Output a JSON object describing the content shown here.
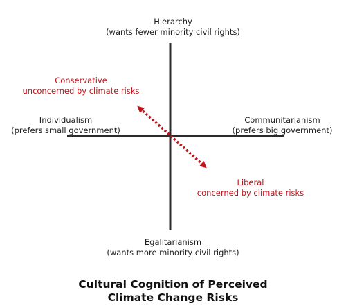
{
  "axes": {
    "top": {
      "line1": "Hierarchy",
      "line2": "(wants fewer minority civil rights)"
    },
    "bottom": {
      "line1": "Egalitarianism",
      "line2": "(wants more minority civil rights)"
    },
    "left": {
      "line1": "Individualism",
      "line2": "(prefers small government)"
    },
    "right": {
      "line1": "Communitarianism",
      "line2": "(prefers big government)"
    }
  },
  "annotations": {
    "upper_left": {
      "line1": "Conservative",
      "line2": "unconcerned by climate risks"
    },
    "lower_right": {
      "line1": "Liberal",
      "line2": "concerned by climate risks"
    }
  },
  "title": {
    "line1": "Cultural Cognition of Perceived",
    "line2": "Climate Change Risks"
  },
  "colors": {
    "axis": "#2b2b2b",
    "annotation": "#c0121a",
    "text": "#1e1e1e"
  }
}
